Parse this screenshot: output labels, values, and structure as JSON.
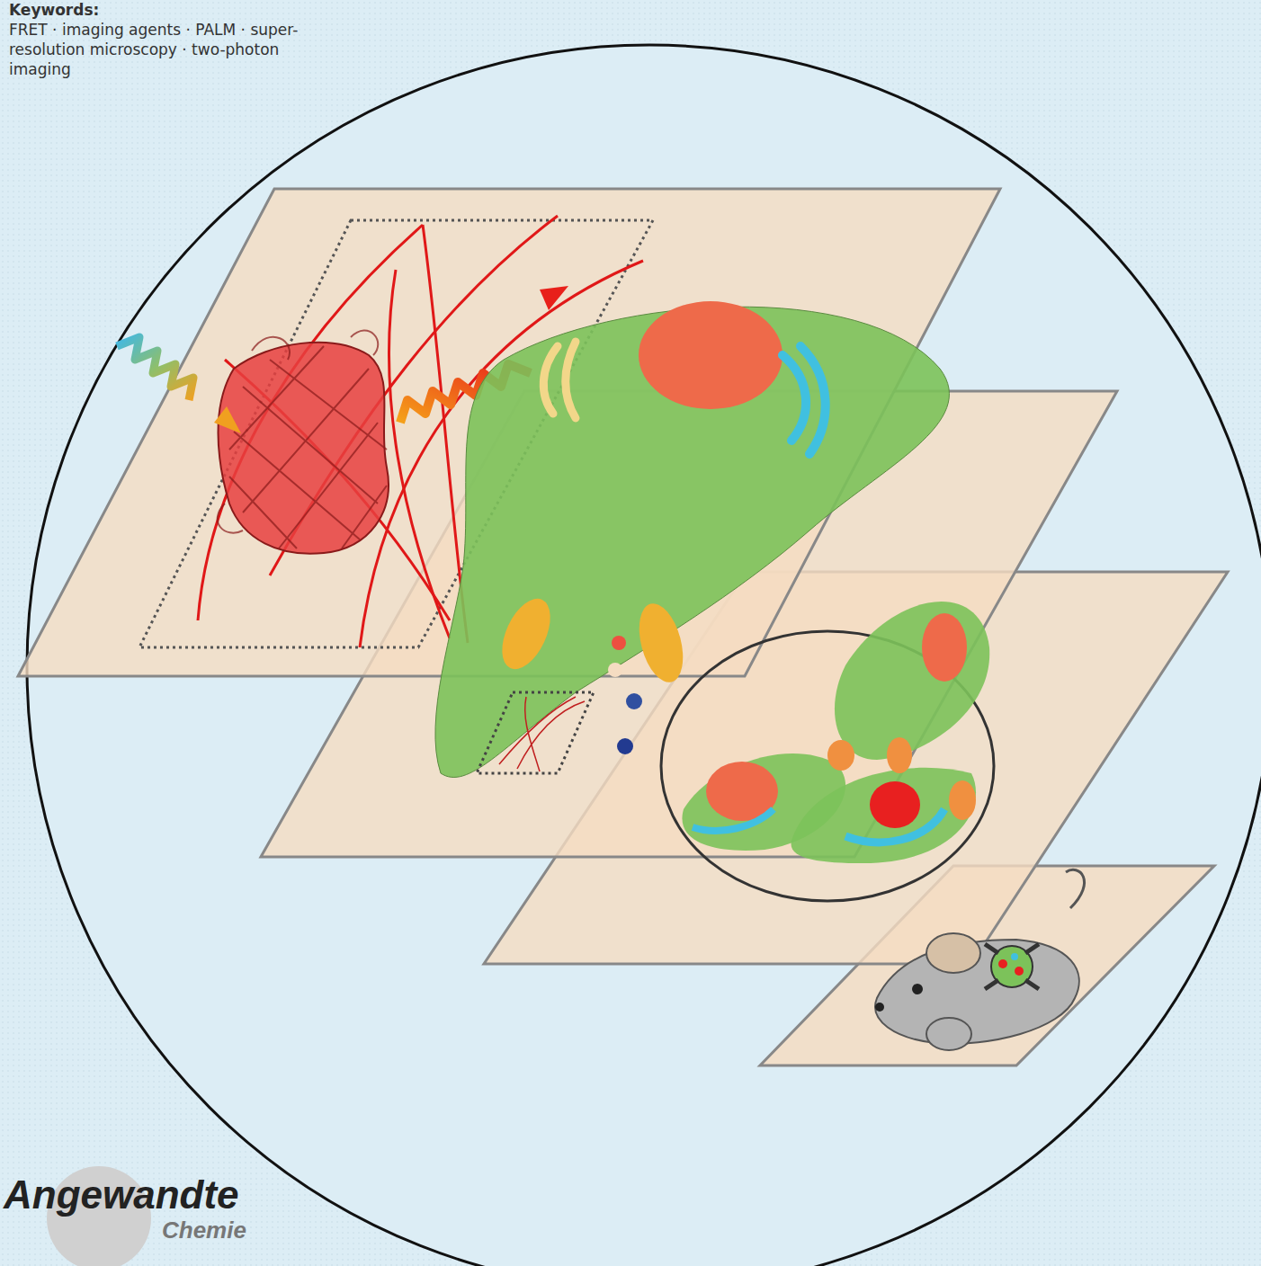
{
  "diagram": {
    "labels": [
      "Keywords:",
      "FRET · imaging agents · PALM · super-resolution microscopy · two-photon imaging",
      "Angewandte",
      "Chemie"
    ]
  }
}
